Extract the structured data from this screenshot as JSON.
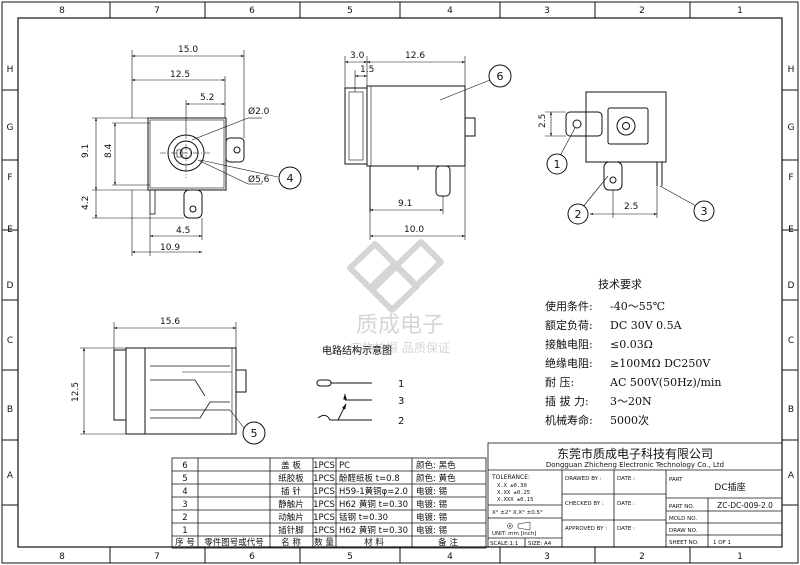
{
  "border": {
    "top_cols": [
      "8",
      "7",
      "6",
      "5",
      "4",
      "3",
      "2",
      "1"
    ],
    "bottom_cols": [
      "8",
      "7",
      "6",
      "5",
      "4",
      "3",
      "2",
      "1"
    ],
    "left_rows": [
      "H",
      "G",
      "F",
      "E",
      "D",
      "C",
      "B",
      "A"
    ],
    "right_rows": [
      "H",
      "G",
      "F",
      "E",
      "D",
      "C",
      "B",
      "A"
    ]
  },
  "front_view": {
    "dims": {
      "w150": "15.0",
      "w125": "12.5",
      "w52": "5.2",
      "h91": "9.1",
      "h84": "8.4",
      "h42": "4.2",
      "w45": "4.5",
      "w109": "10.9",
      "d20": "Ø2.0",
      "d56": "Ø5,6"
    },
    "callout": "4"
  },
  "side_view": {
    "dims": {
      "w30": "3.0",
      "w126": "12.6",
      "w15": "1.5",
      "w91": "9.1",
      "w100": "10.0"
    },
    "callout": "6"
  },
  "right_view": {
    "dims": {
      "h25": "2.5",
      "w25": "2.5"
    },
    "callouts": [
      "1",
      "2",
      "3"
    ]
  },
  "bottom_view": {
    "dims": {
      "w156": "15.6",
      "h125": "12.5"
    },
    "callout": "5"
  },
  "circuit": {
    "title": "电路结构示意图",
    "pins": [
      "1",
      "3",
      "2"
    ]
  },
  "watermark": {
    "brand": "质成电子",
    "slogan": "实物拍摄 品质保证"
  },
  "requirements": {
    "title": "技术要求",
    "rows": [
      {
        "label": "使用条件:",
        "value": "-40～55℃"
      },
      {
        "label": "额定负荷:",
        "value": "DC 30V 0.5A"
      },
      {
        "label": "接触电阻:",
        "value": "≤0.03Ω"
      },
      {
        "label": "绝缘电阻:",
        "value": "≥100MΩ DC250V"
      },
      {
        "label": "耐    压:",
        "value": "AC 500V(50Hz)/min"
      },
      {
        "label": "插 拔 力:",
        "value": "3～20N"
      },
      {
        "label": "机械寿命:",
        "value": "5000次"
      }
    ]
  },
  "bom": {
    "rows": [
      {
        "no": "6",
        "code": "",
        "name": "盖  板",
        "qty": "1PCS",
        "material": "PC",
        "note": "颜色: 黑色"
      },
      {
        "no": "5",
        "code": "",
        "name": "纸胶板",
        "qty": "1PCS",
        "material": "酚醛纸板 t=0.8",
        "note": "颜色: 黄色"
      },
      {
        "no": "4",
        "code": "",
        "name": "插  针",
        "qty": "1PCS",
        "material": "H59-1黄铜φ=2.0",
        "note": "电镀: 锡"
      },
      {
        "no": "3",
        "code": "",
        "name": "静触片",
        "qty": "1PCS",
        "material": "H62 黄铜 t=0.30",
        "note": "电镀: 锡"
      },
      {
        "no": "2",
        "code": "",
        "name": "动触片",
        "qty": "1PCS",
        "material": "锰钢  t=0.30",
        "note": "电镀: 锡"
      },
      {
        "no": "1",
        "code": "",
        "name": "插针脚",
        "qty": "1PCS",
        "material": "H62 黄铜 t=0.30",
        "note": "电镀: 锡"
      }
    ],
    "headers": {
      "no": "序 号",
      "code": "零件图号或代号",
      "name": "名  称",
      "qty": "数 量",
      "material": "材   料",
      "note": "备   注"
    }
  },
  "title_block": {
    "company_cn": "东莞市质成电子科技有限公司",
    "company_en": "Dongguan Zhicheng Electronic Technology Co., Ltd",
    "tolerance_title": "TOLERANCE:",
    "tol_lines": [
      "X.X    ±0.30",
      "X.XX   ±0.25",
      "X.XXX  ±0.15"
    ],
    "angle_tol": "X°  ±2°     X.X°  ±0.5°",
    "unit": "UNIT:  mm  [inch]",
    "scale": "SCALE:1:1",
    "size": "SIZE: A4",
    "drawn_by": "DRAWED BY :",
    "checked_by": "CHECKED BY :",
    "approved_by": "APPROVED BY :",
    "date": "DATE :",
    "part_label": "PART",
    "part_name": "DC插座",
    "part_no_label": "PART NO.",
    "part_no": "ZC-DC-009-2.0",
    "mold_no_label": "MOLD NO.",
    "draw_no_label": "DRAW NO.",
    "sheet_no_label": "SHEET NO.",
    "sheet_no": "1 OF 1"
  }
}
